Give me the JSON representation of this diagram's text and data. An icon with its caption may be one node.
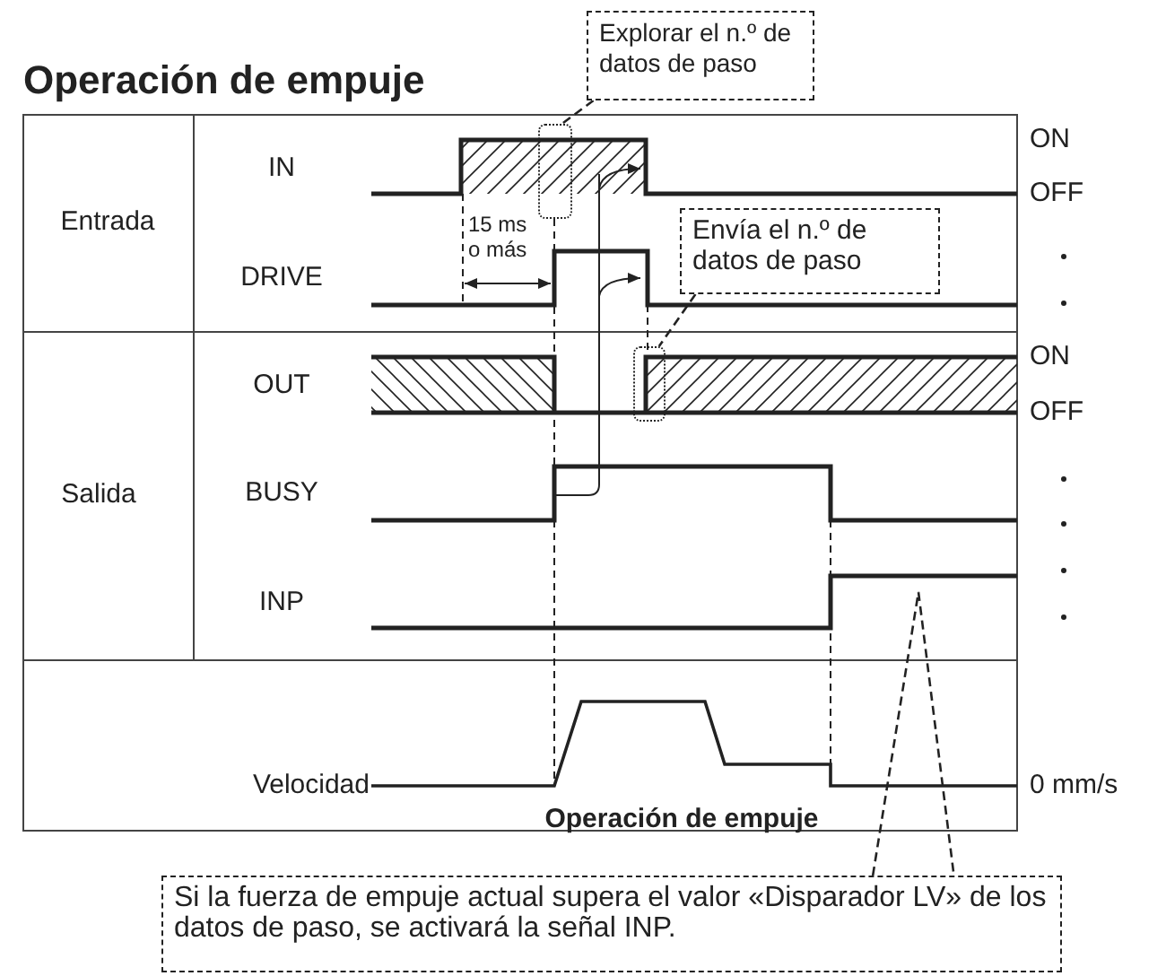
{
  "diagram": {
    "title": "Operación de empuje",
    "nodes": [
      {
        "text": [
          "Explorar el n.º de datos de paso"
        ]
      },
      {
        "text": [],
        "shape": "box"
      },
      {
        "text": [
          "Envía el n.º de datos de paso"
        ]
      },
      {
        "text": [],
        "shape": "box"
      },
      {
        "text": [
          "Si la fuerza de empuje actual supera el valor «Disparador LV» de los datos de paso, se activará la señal INP."
        ]
      }
    ],
    "edges": [
      {
        "from": 0,
        "to": 1,
        "arrow": "none",
        "style": "dashed"
      },
      {
        "from": 2,
        "to": 3,
        "arrow": "none",
        "style": "dashed"
      },
      {
        "from": 4,
        "to": null,
        "arrow": "none",
        "style": "dashed"
      }
    ],
    "labels": [
      "Entrada",
      "IN",
      "DRIVE",
      "Salida",
      "OUT",
      "BUSY",
      "INP",
      "Velocidad",
      "ON",
      "OFF",
      "ON",
      "OFF",
      "0 mm/s",
      "15 ms o más",
      "Operación de empuje"
    ]
  }
}
